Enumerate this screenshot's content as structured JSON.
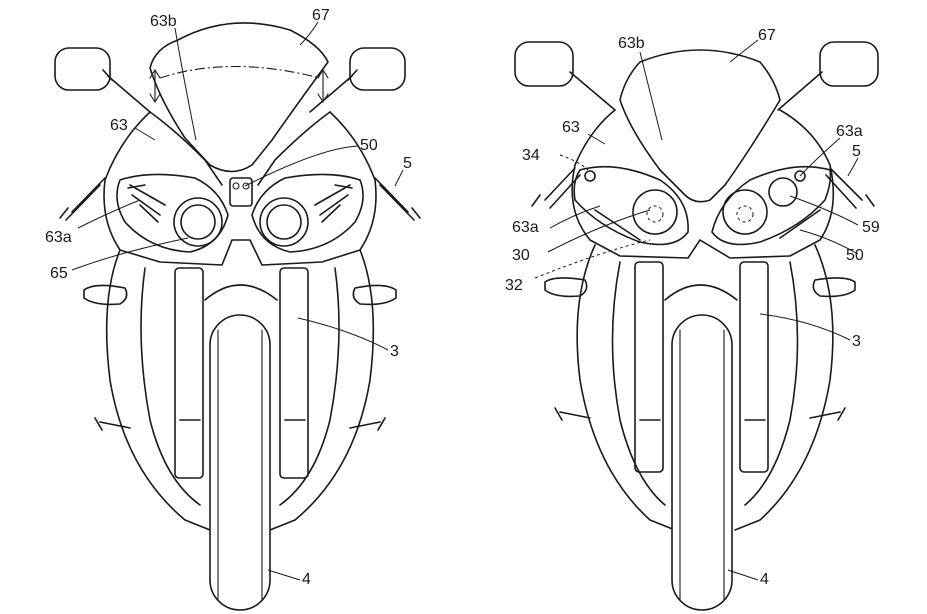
{
  "left_figure": {
    "labels": {
      "l63b": "63b",
      "l67": "67",
      "l63": "63",
      "l50": "50",
      "l5": "5",
      "l63a": "63a",
      "l65": "65",
      "l3": "3",
      "l4": "4"
    }
  },
  "right_figure": {
    "labels": {
      "l63b": "63b",
      "l67": "67",
      "l63": "63",
      "l34": "34",
      "l63a_top": "63a",
      "l5": "5",
      "l63a_left": "63a",
      "l59": "59",
      "l30": "30",
      "l50": "50",
      "l32": "32",
      "l3": "3",
      "l4": "4"
    }
  },
  "colors": {
    "ink": "#1a1a1a",
    "paper": "#ffffff"
  }
}
